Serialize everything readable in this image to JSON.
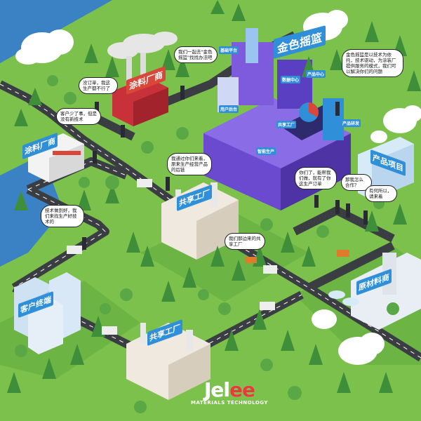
{
  "signs": {
    "coating_factory_1": "涂料厂商",
    "coating_factory_2": "涂料厂商",
    "gold_platform": "金色摇篮",
    "product_items": "产品项目",
    "shared_factory_1": "共享工厂",
    "shared_factory_2": "共享工厂",
    "raw_material": "原材料商",
    "customer_terminal": "客户终端",
    "platform_sub_1": "基础平台",
    "platform_sub_2": "用户后台",
    "platform_sub_3": "数据中心",
    "platform_sub_4": "产品中心",
    "platform_sub_5": "产品研发",
    "platform_sub_6": "共享工厂",
    "platform_sub_7": "智能生产"
  },
  "bubbles": {
    "b1": "我们一起去\"金色摇篮\"找找办法吧",
    "b2": "没订单，我这生产都不行了",
    "b3": "客户少了事，但是没有新技术",
    "b4": "金色摇篮是以技术为依托，技术驱动，为涂装厂提供服务的模式，我们可以解决你们的问题",
    "b5": "我通过你们来着，原来生产经营产品的后链",
    "b6": "你们了，能帮我们做，就有了你这生产订单",
    "b7": "那我怎么合作？",
    "b8": "有何所以，请来着",
    "b9": "技术做到好，我们来找生产好技术的",
    "b10": "我们那边来的共享工厂"
  },
  "logo": {
    "main_prefix": "Jel",
    "main_accent": "ee",
    "sub": "MATERIALS TECHNOLOGY"
  },
  "colors": {
    "sky_water": "#3b82c4",
    "grass": "#7cc14b",
    "grass_dark": "#5fa53a",
    "road": "#3a3d42",
    "sign_blue": "#2f8fd8",
    "sign_red": "#d8473a",
    "factory_red": "#c9313a",
    "platform_purple": "#6b4ad0"
  }
}
